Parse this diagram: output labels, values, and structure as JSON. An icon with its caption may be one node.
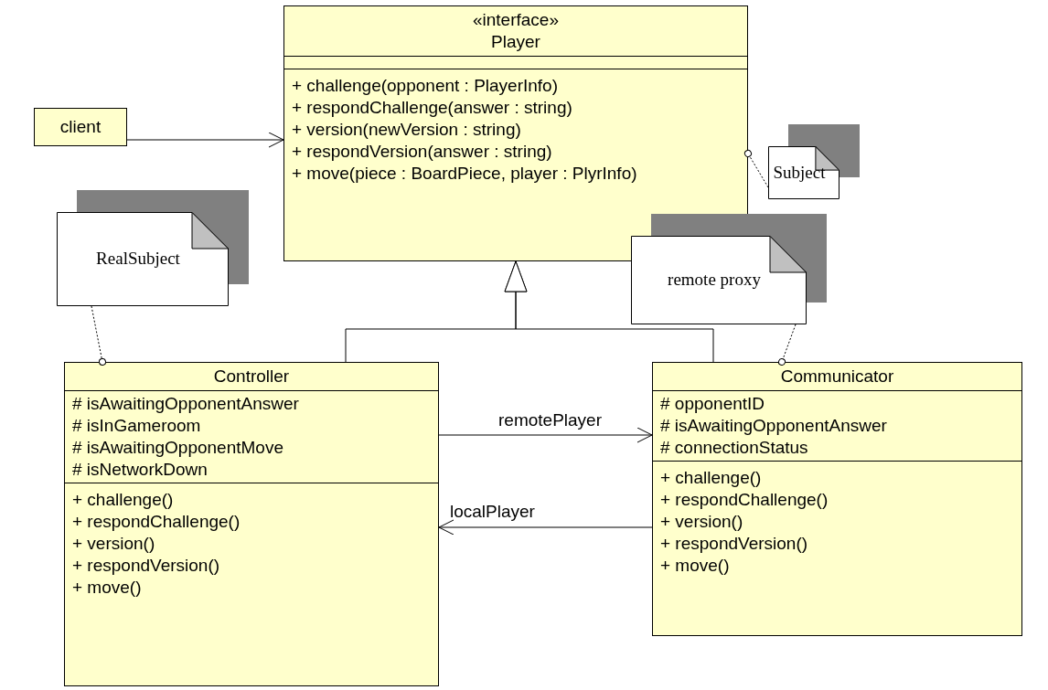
{
  "diagram": {
    "nodes": [
      {
        "text": [
          "client"
        ]
      },
      {
        "text": [
          "«interface»",
          "Player",
          "+ challenge(opponent : PlayerInfo)",
          "+ respondChallenge(answer : string)",
          "+ version(newVersion : string)",
          "+ respondVersion(answer : string)",
          "+ move(piece : BoardPiece, player : PlyrInfo)"
        ]
      },
      {
        "text": [
          "Subject"
        ]
      },
      {
        "text": [
          "RealSubject"
        ]
      },
      {
        "text": [
          "remote proxy"
        ]
      },
      {
        "text": [
          "Controller",
          "# isAwaitingOpponentAnswer",
          "# isInGameroom",
          "# isAwaitingOpponentMove",
          "# isNetworkDown",
          "+ challenge()",
          "+ respondChallenge()",
          "+ version()",
          "+ respondVersion()",
          "+ move()"
        ]
      },
      {
        "text": [
          "Communicator",
          "# opponentID",
          "# isAwaitingOpponentAnswer",
          "# connectionStatus",
          "+ challenge()",
          "+ respondChallenge()",
          "+ version()",
          "+ respondVersion()",
          "+ move()"
        ]
      }
    ],
    "edges": [
      {
        "from": 0,
        "to": 1,
        "arrow": "to"
      },
      {
        "from": 2,
        "to": 1,
        "arrow": "other",
        "style": "dashed"
      },
      {
        "from": 5,
        "to": 1,
        "arrow": "to"
      },
      {
        "from": 6,
        "to": 1,
        "arrow": "to"
      },
      {
        "from": 3,
        "to": 5,
        "arrow": "other",
        "style": "dashed"
      },
      {
        "from": 4,
        "to": 6,
        "arrow": "other",
        "style": "dashed"
      },
      {
        "from": 5,
        "to": 6,
        "arrow": "to",
        "label": "remotePlayer"
      },
      {
        "from": 6,
        "to": 5,
        "arrow": "to",
        "label": "localPlayer"
      }
    ]
  }
}
